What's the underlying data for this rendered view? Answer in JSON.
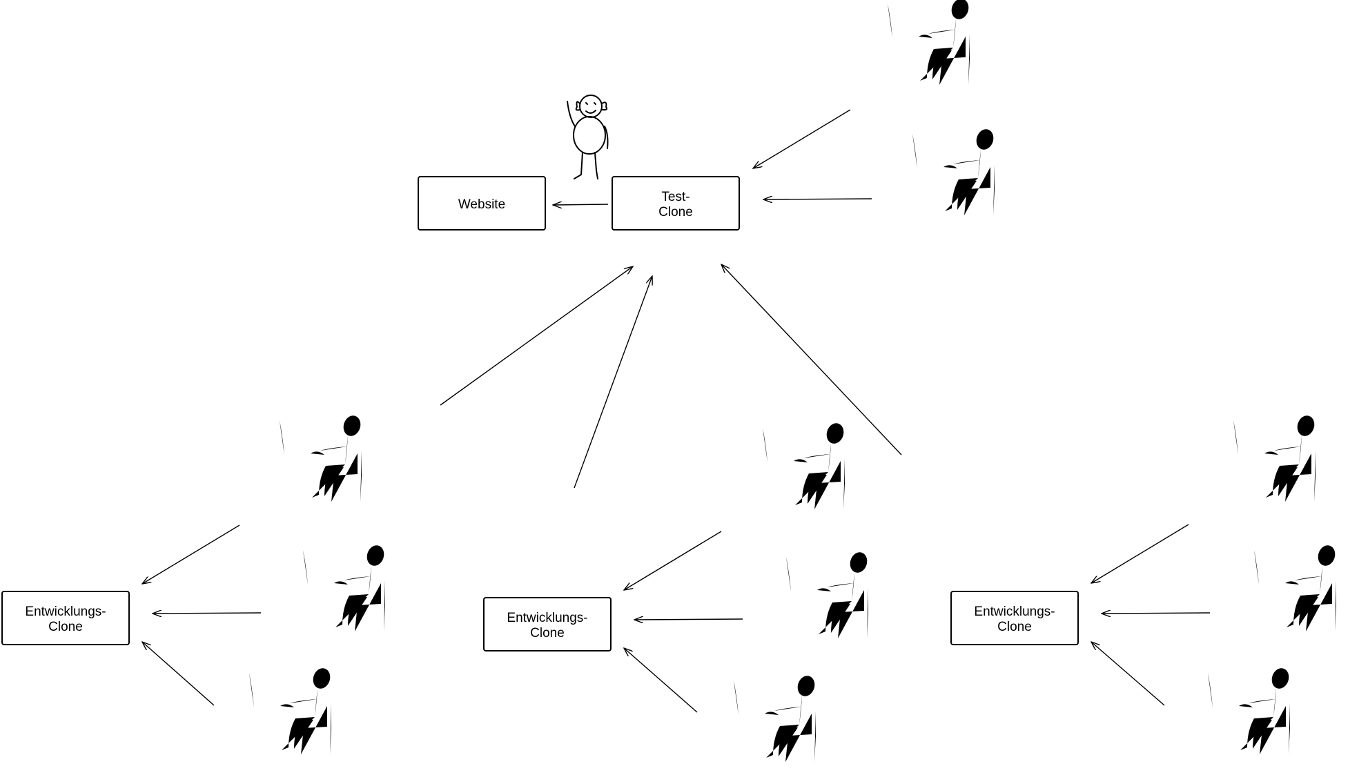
{
  "nodes": {
    "website": "Website",
    "test_clone": [
      "Test-",
      "Clone"
    ],
    "dev_clone_left": [
      "Entwicklungs-",
      "Clone"
    ],
    "dev_clone_middle": [
      "Entwicklungs-",
      "Clone"
    ],
    "dev_clone_right": [
      "Entwicklungs-",
      "Clone"
    ]
  },
  "icons": {
    "developer": "developer-at-desk-icon",
    "customer": "customer-girl-icon"
  }
}
